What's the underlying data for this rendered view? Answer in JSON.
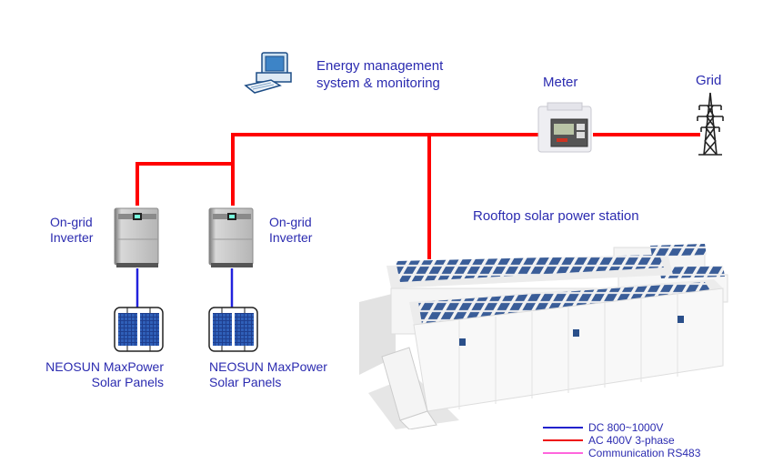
{
  "labels": {
    "ems": [
      "Energy management",
      "system & monitoring"
    ],
    "meter": "Meter",
    "grid": "Grid",
    "inverter_left": [
      "On-grid",
      "Inverter"
    ],
    "inverter_right": [
      "On-grid",
      "Inverter"
    ],
    "panels_left": [
      "NEOSUN MaxPower",
      "Solar Panels"
    ],
    "panels_right": [
      "NEOSUN MaxPower",
      "Solar Panels"
    ],
    "rooftop": "Rooftop solar power station"
  },
  "legend": [
    {
      "label": "DC 800~1000V",
      "color": "#2222cc"
    },
    {
      "label": "AC 400V 3-phase",
      "color": "#ee1111"
    },
    {
      "label": "Communication RS483",
      "color": "#ff66dd"
    }
  ],
  "colors": {
    "ac": "#ff0000",
    "dc": "#2222dd",
    "text": "#2b2bb0"
  }
}
